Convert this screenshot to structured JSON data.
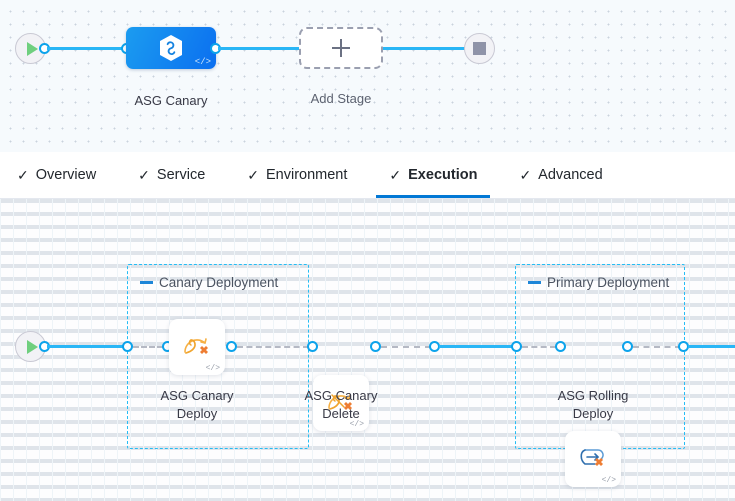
{
  "colors": {
    "accent_blue": "#0278d5",
    "edge_blue": "#29b6f6",
    "port_blue": "#0ca3eb",
    "group_border": "#25bdf5",
    "stage_gradient_from": "#1b9cf0",
    "stage_gradient_to": "#0b6ff0",
    "aws_orange": "#f5a623",
    "plus_orange": "#ed7a2f",
    "play_green": "#6fcf7e",
    "stop_gray": "#8f93a8",
    "canvas_top_bg": "#f6fafd",
    "canvas_bottom_bg": "#fdfdfe"
  },
  "stage_canvas": {
    "start_node": {
      "name": "pipeline-start",
      "icon": "play-icon"
    },
    "end_node": {
      "name": "pipeline-end",
      "icon": "stop-icon"
    },
    "stages": [
      {
        "label": "ASG Canary",
        "icon": "harness-hexagon-icon",
        "code_badge": "</>",
        "selected": true
      }
    ],
    "add_stage": {
      "label": "Add Stage",
      "icon": "plus-icon"
    }
  },
  "tabs": [
    {
      "label": "Overview",
      "icon": "check-icon",
      "active": false
    },
    {
      "label": "Service",
      "icon": "check-icon",
      "active": false
    },
    {
      "label": "Environment",
      "icon": "check-icon",
      "active": false
    },
    {
      "label": "Execution",
      "icon": "check-icon",
      "active": true
    },
    {
      "label": "Advanced",
      "icon": "check-icon",
      "active": false
    }
  ],
  "execution_canvas": {
    "start_node": {
      "name": "execution-start",
      "icon": "play-icon"
    },
    "groups": [
      {
        "title": "Canary Deployment",
        "steps": [
          {
            "label_line1": "ASG Canary",
            "label_line2": "Deploy",
            "icon": "asg-canary-deploy-icon",
            "code_badge": "</>"
          },
          {
            "label_line1": "ASG Canary",
            "label_line2": "Delete",
            "icon": "asg-canary-delete-icon",
            "code_badge": "</>"
          }
        ]
      },
      {
        "title": "Primary Deployment",
        "steps": [
          {
            "label_line1": "ASG Rolling",
            "label_line2": "Deploy",
            "icon": "asg-rolling-deploy-icon",
            "code_badge": "</>"
          }
        ]
      }
    ]
  }
}
